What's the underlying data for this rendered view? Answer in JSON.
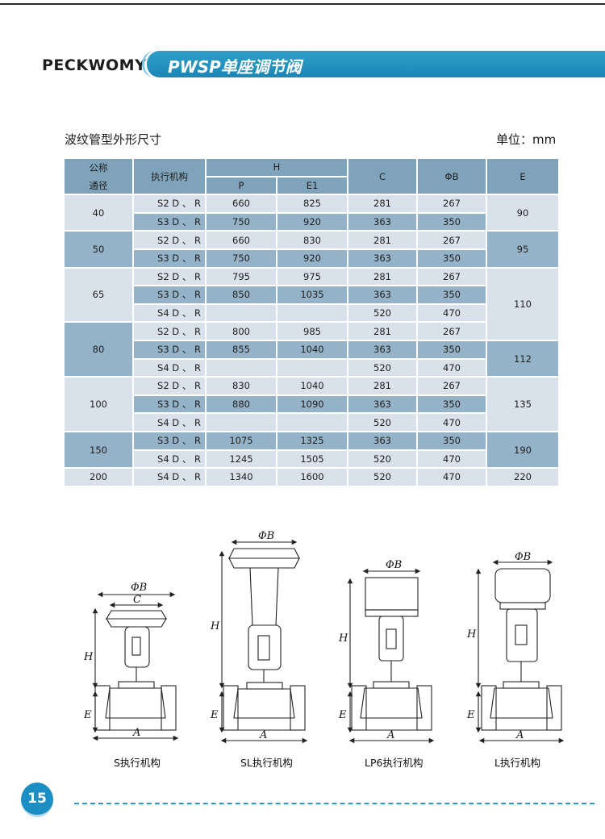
{
  "header": {
    "brand": "PECKWOMY",
    "title": "PWSP单座调节阀"
  },
  "caption": {
    "left": "波纹管型外形尺寸",
    "unit": "单位：mm"
  },
  "table": {
    "headers": {
      "nominal_1": "公称",
      "nominal_2": "通径",
      "actuator": "执行机构",
      "H": "H",
      "P": "P",
      "E1": "E1",
      "C": "C",
      "phiB": "ΦB",
      "E": "E"
    },
    "rows": [
      {
        "dn": "40",
        "act": "S2 D 、 R",
        "P": "660",
        "E1": "825",
        "C": "281",
        "B": "267",
        "E": "90"
      },
      {
        "act": "S3 D 、 R",
        "P": "750",
        "E1": "920",
        "C": "363",
        "B": "350"
      },
      {
        "dn": "50",
        "act": "S2 D 、 R",
        "P": "660",
        "E1": "830",
        "C": "281",
        "B": "267",
        "E": "95"
      },
      {
        "act": "S3 D 、 R",
        "P": "750",
        "E1": "920",
        "C": "363",
        "B": "350"
      },
      {
        "dn": "65",
        "act": "S2 D 、 R",
        "P": "795",
        "E1": "975",
        "C": "281",
        "B": "267",
        "E": "110"
      },
      {
        "act": "S3 D 、 R",
        "P": "850",
        "E1": "1035",
        "C": "363",
        "B": "350"
      },
      {
        "act": "S4 D 、 R",
        "P": "",
        "E1": "",
        "C": "520",
        "B": "470"
      },
      {
        "dn": "80",
        "act": "S2 D 、 R",
        "P": "800",
        "E1": "985",
        "C": "281",
        "B": "267"
      },
      {
        "act": "S3 D 、 R",
        "P": "855",
        "E1": "1040",
        "C": "363",
        "B": "350",
        "E": "112"
      },
      {
        "act": "S4 D 、 R",
        "P": "",
        "E1": "",
        "C": "520",
        "B": "470"
      },
      {
        "dn": "100",
        "act": "S2 D 、 R",
        "P": "830",
        "E1": "1040",
        "C": "281",
        "B": "267"
      },
      {
        "act": "S3 D 、 R",
        "P": "880",
        "E1": "1090",
        "C": "363",
        "B": "350",
        "E": "135"
      },
      {
        "act": "S4 D 、 R",
        "P": "",
        "E1": "",
        "C": "520",
        "B": "470"
      },
      {
        "dn": "150",
        "act": "S3 D 、 R",
        "P": "1075",
        "E1": "1325",
        "C": "363",
        "B": "350",
        "E": "190"
      },
      {
        "act": "S4 D 、 R",
        "P": "1245",
        "E1": "1505",
        "C": "520",
        "B": "470"
      },
      {
        "dn": "200",
        "act": "S4 D 、 R",
        "P": "1340",
        "E1": "1600",
        "C": "520",
        "B": "470",
        "E": "220"
      }
    ]
  },
  "drawings": {
    "dim_labels": [
      "ΦB",
      "C",
      "H",
      "E",
      "A"
    ],
    "captions": [
      "S执行机构",
      "SL执行机构",
      "LP6执行机构",
      "L执行机构"
    ]
  },
  "footer": {
    "page_number": "15"
  },
  "colors": {
    "accent": "#1b86b6",
    "table_header": "#7fa3ba",
    "row_dark": "#95b3c8",
    "row_light": "#d9e1ea"
  }
}
